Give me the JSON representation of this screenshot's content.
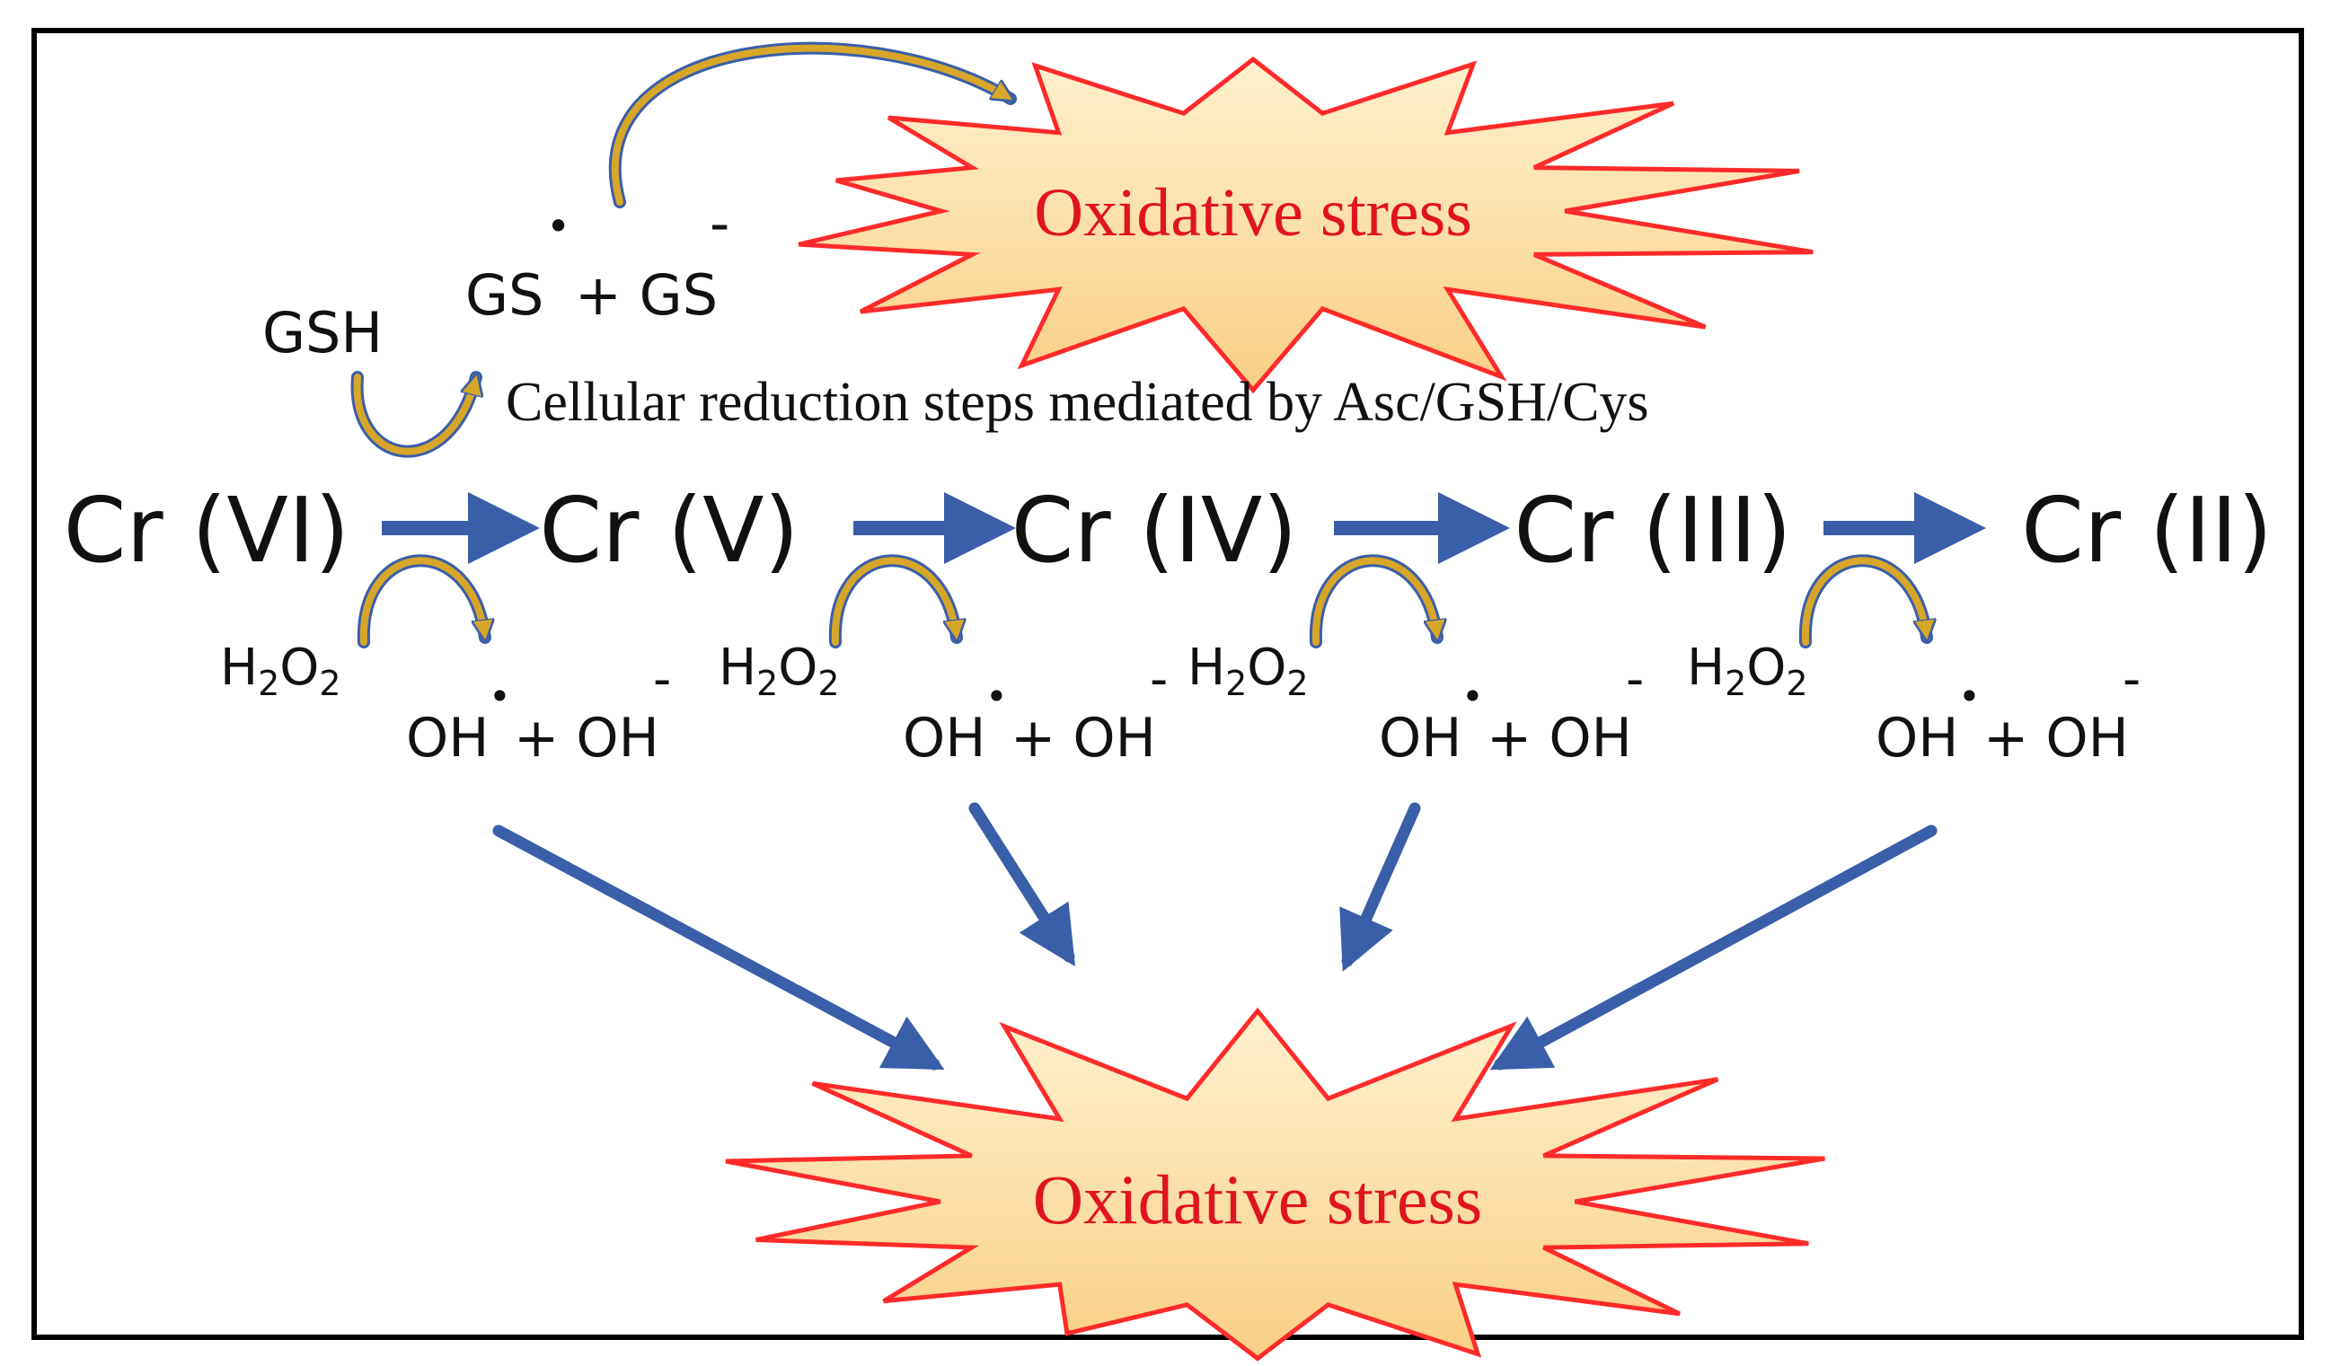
{
  "top_burst": {
    "text": "Oxidative stress"
  },
  "bottom_burst": {
    "text": "Oxidative stress"
  },
  "gs_products": {
    "gs": "GS",
    "radical_dot": "•",
    "plus": "+ GS",
    "minus": "-"
  },
  "gsh": {
    "text": "GSH"
  },
  "reduction_caption": {
    "text": "Cellular reduction steps mediated by Asc/GSH/Cys"
  },
  "species": [
    {
      "label": "Cr (VI)"
    },
    {
      "label": "Cr (V)"
    },
    {
      "label": "Cr (IV)"
    },
    {
      "label": "Cr (III)"
    },
    {
      "label": "Cr (II)"
    }
  ],
  "steps": [
    {
      "reactant": {
        "H": "H",
        "sub1": "2",
        "O": "O",
        "sub2": "2"
      },
      "product": {
        "oh1": "OH",
        "dot": "•",
        "plus": "+ OH",
        "minus": "-"
      }
    },
    {
      "reactant": {
        "H": "H",
        "sub1": "2",
        "O": "O",
        "sub2": "2"
      },
      "product": {
        "oh1": "OH",
        "dot": "•",
        "plus": "+ OH",
        "minus": "-"
      }
    },
    {
      "reactant": {
        "H": "H",
        "sub1": "2",
        "O": "O",
        "sub2": "2"
      },
      "product": {
        "oh1": "OH",
        "dot": "•",
        "plus": "+ OH",
        "minus": "-"
      }
    },
    {
      "reactant": {
        "H": "H",
        "sub1": "2",
        "O": "O",
        "sub2": "2"
      },
      "product": {
        "oh1": "OH",
        "dot": "•",
        "plus": "+ OH",
        "minus": "-"
      }
    }
  ],
  "colors": {
    "arrow_blue": "#3a5ea8",
    "curved_gold": "#d8a72a",
    "burst_stroke": "#ff2a2a",
    "burst_fill_top": "#fff1cf",
    "burst_fill_bottom": "#f9cf85",
    "burst_text": "#e0141e",
    "frame": "#000000"
  }
}
